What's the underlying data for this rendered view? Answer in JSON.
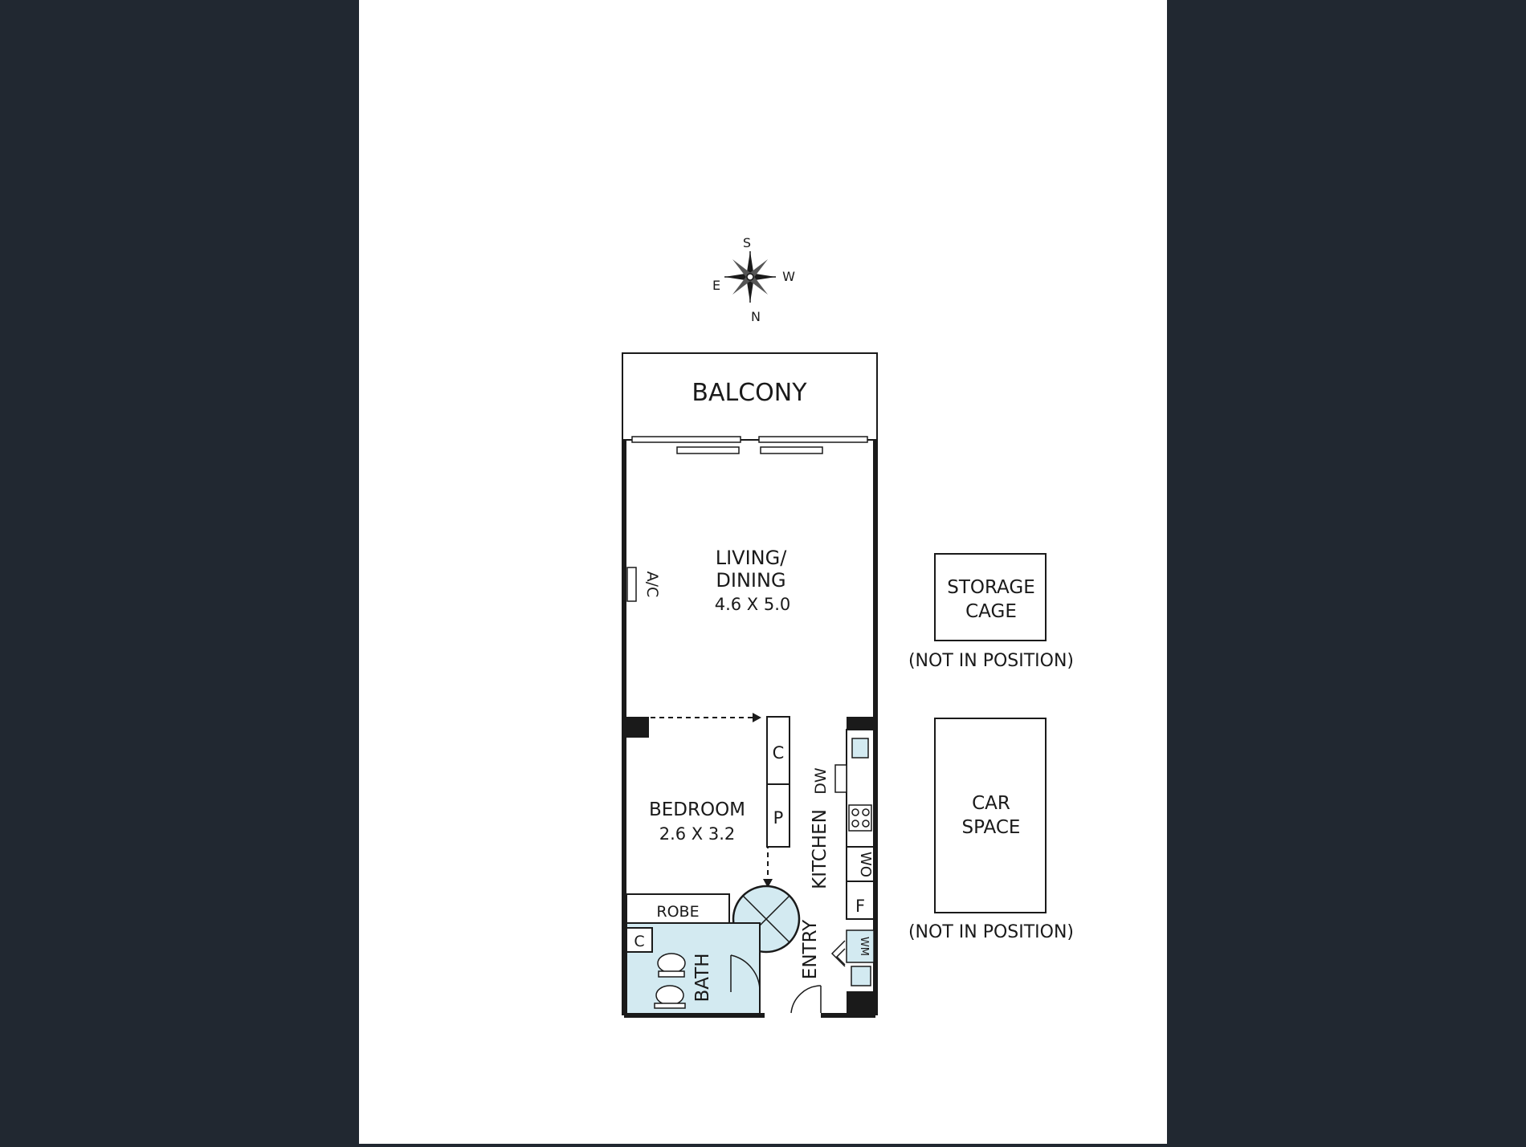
{
  "colors": {
    "side_panels": "#212831",
    "sheet": "#ffffff",
    "wet_area_fill": "#d3eaf1",
    "wall": "#1a1a1a"
  },
  "compass": {
    "south": "S",
    "east": "E",
    "west": "W",
    "north": "N"
  },
  "rooms": {
    "balcony": "BALCONY",
    "living": {
      "line1": "LIVING/",
      "line2": "DINING",
      "dims": "4.6 X 5.0"
    },
    "bedroom": {
      "name": "BEDROOM",
      "dims": "2.6 X 3.2"
    },
    "robe": "ROBE",
    "bath": "BATH",
    "entry": "ENTRY",
    "kitchen": "KITCHEN"
  },
  "fixtures": {
    "ac": "A/C",
    "cupboard": "C",
    "pantry": "P",
    "bath_cupboard": "C",
    "dishwasher": "DW",
    "wall_oven": "WO",
    "fridge": "F",
    "washing_machine": "WM"
  },
  "extras": {
    "storage": {
      "line1": "STORAGE",
      "line2": "CAGE",
      "note": "(NOT IN POSITION)"
    },
    "car": {
      "line1": "CAR",
      "line2": "SPACE",
      "note": "(NOT IN POSITION)"
    }
  }
}
